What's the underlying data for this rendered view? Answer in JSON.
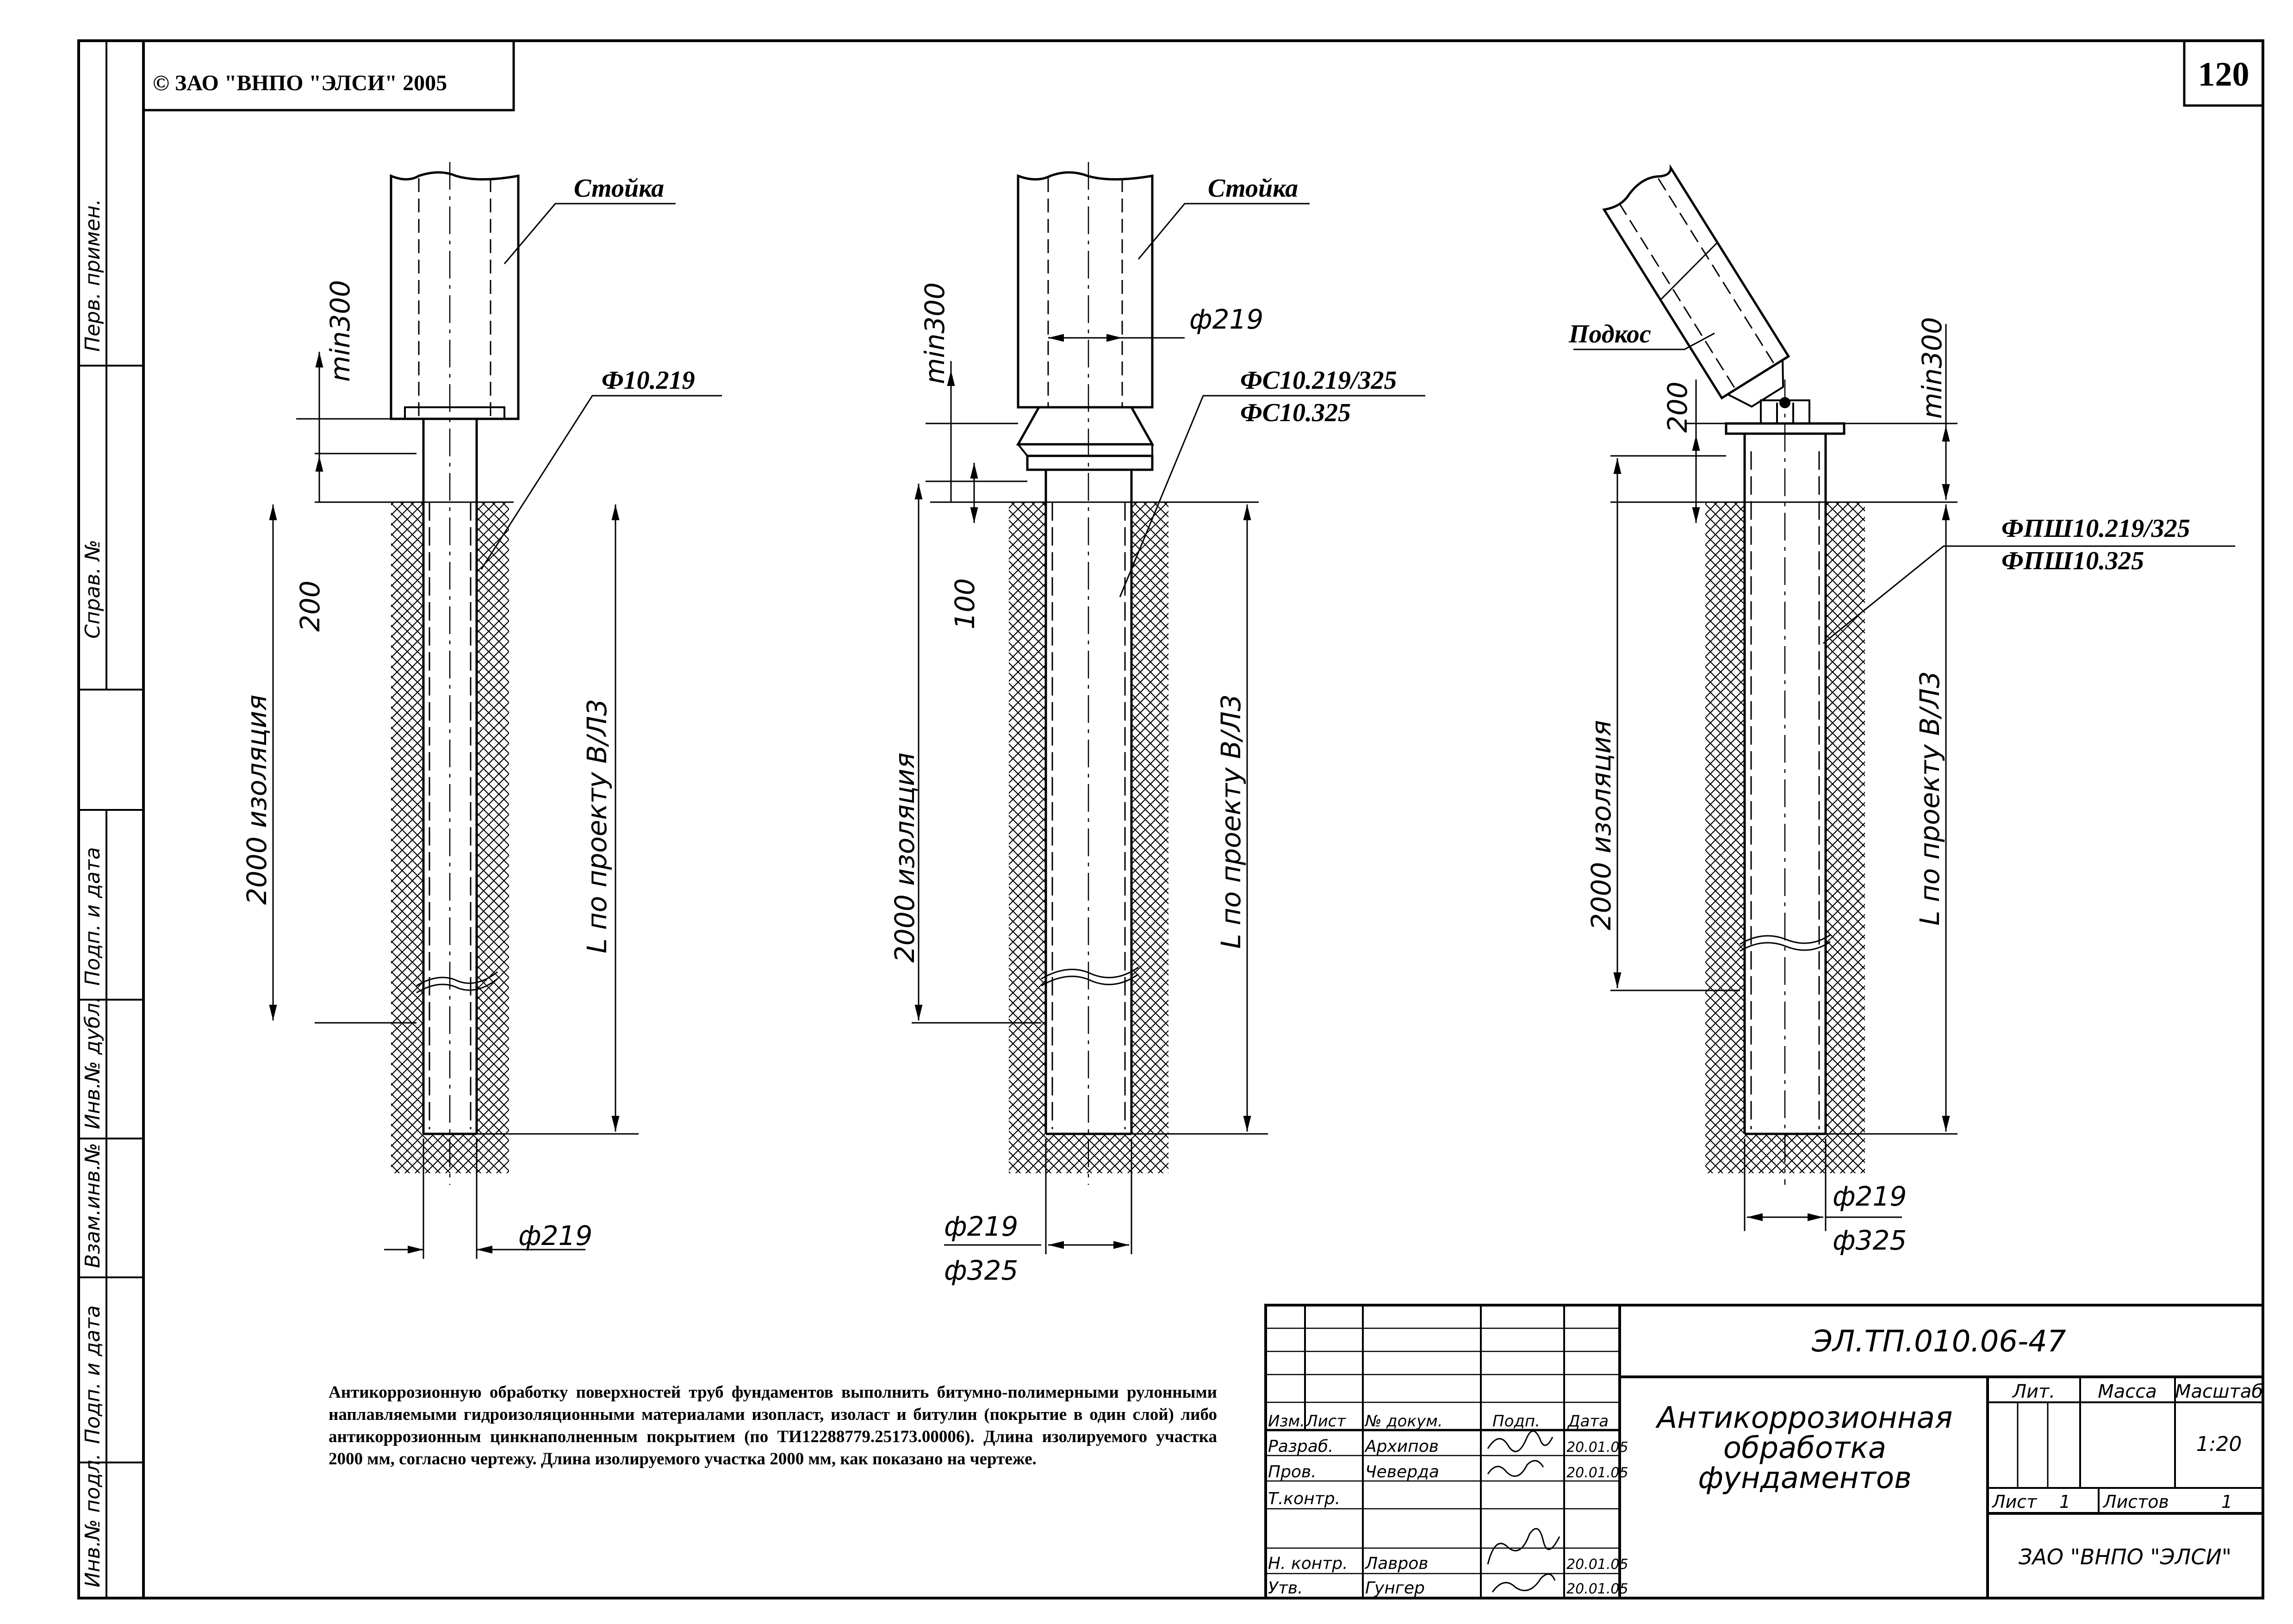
{
  "copyright": "© ЗАО \"ВНПО \"ЭЛСИ\" 2005",
  "sheet_number": "120",
  "side_stamp": {
    "perv_primen": "Перв. примен.",
    "sprav_no": "Справ. №",
    "podp_data_top": "Подп. и дата",
    "inv_dubl": "Инв.№ дубл.",
    "vzam_inv": "Взам.инв.№",
    "podp_data_bottom": "Подп. и дата",
    "inv_podl": "Инв.№ подл."
  },
  "drawing": {
    "left": {
      "post": "Стойка",
      "foundation": "Ф10.219",
      "dim_min300": "min300",
      "dim_200": "200",
      "dim_insulation": "2000 изоляция",
      "dim_length": "L по проекту В/Л3",
      "dim_diameter": "ф219"
    },
    "middle": {
      "post": "Стойка",
      "dim_top_diameter": "ф219",
      "foundation_1": "ФС10.219/325",
      "foundation_2": "ФС10.325",
      "dim_min300": "min300",
      "dim_100": "100",
      "dim_insulation": "2000 изоляция",
      "dim_length": "L по проекту В/Л3",
      "dim_diameter_1": "ф219",
      "dim_diameter_2": "ф325"
    },
    "right": {
      "brace": "Подкос",
      "dim_min300": "min300",
      "dim_200": "200",
      "foundation_1": "ФПШ10.219/325",
      "foundation_2": "ФПШ10.325",
      "dim_insulation": "2000 изоляция",
      "dim_length": "L по проекту В/Л3",
      "dim_diameter_1": "ф219",
      "dim_diameter_2": "ф325"
    }
  },
  "notes": "Антикоррозионную обработку поверхностей труб фундаментов выполнить битумно-полимерными рулонными наплавляемыми гидроизоляционными материалами изопласт, изоласт и битулин (покрытие в один слой) либо антикоррозионным цинкнаполненным покрытием (по ТИ12288779.25173.00006). Длина изолируемого участка 2000 мм, согласно чертежу. Длина изолируемого участка 2000 мм, как показано на чертеже.",
  "title_block": {
    "doc_code": "ЭЛ.ТП.010.06-47",
    "title_line1": "Антикоррозионная",
    "title_line2": "обработка",
    "title_line3": "фундаментов",
    "col_izm": "Изм.",
    "col_list": "Лист",
    "col_doc": "№ докум.",
    "col_podp": "Подп.",
    "col_data": "Дата",
    "razrab": "Разраб.",
    "razrab_name": "Архипов",
    "razrab_date": "20.01.05",
    "prov": "Пров.",
    "prov_name": "Чеверда",
    "prov_date": "20.01.05",
    "tkontr": "Т.контр.",
    "nkontr": "Н. контр.",
    "nkontr_name": "Лавров",
    "nkontr_date": "20.01.05",
    "utv": "Утв.",
    "utv_name": "Гунгер",
    "utv_date": "20.01.05",
    "lit": "Лит.",
    "massa": "Масса",
    "masshtab": "Масштаб",
    "scale": "1:20",
    "sheet_label": "Лист",
    "sheet_value": "1",
    "sheets_label": "Листов",
    "sheets_value": "1",
    "organization": "ЗАО \"ВНПО \"ЭЛСИ\""
  }
}
